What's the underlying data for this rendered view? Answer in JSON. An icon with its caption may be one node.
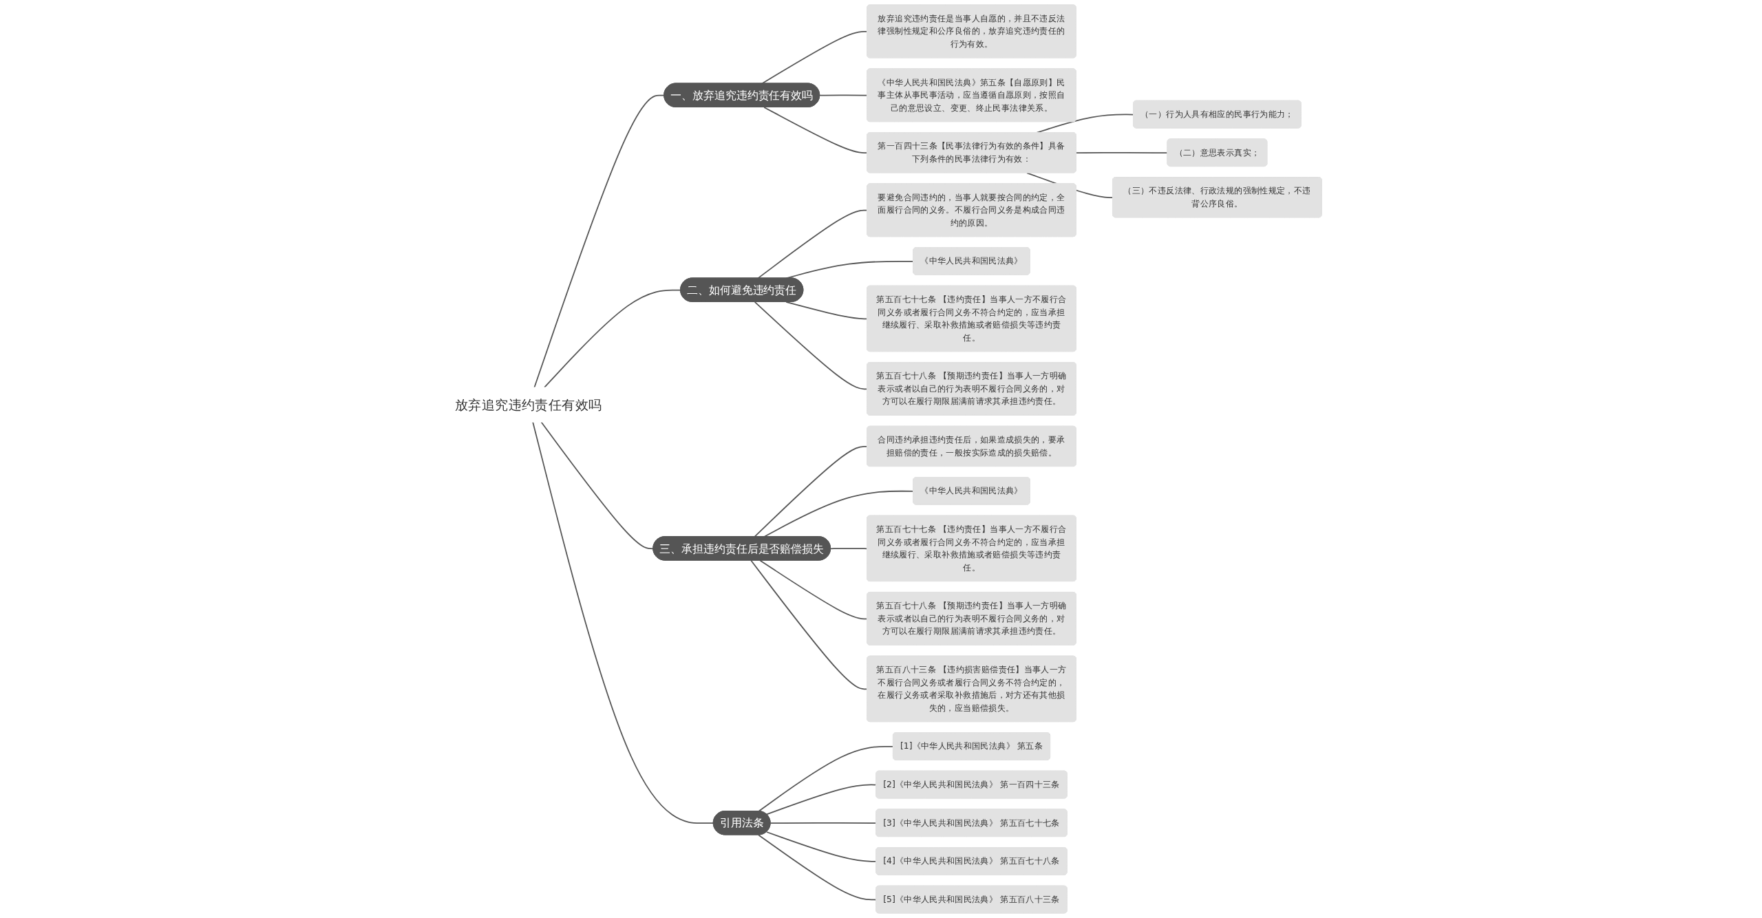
{
  "diagram": {
    "nodes": [
      {
        "text": [
          "放弃追究违约责任有效吗"
        ]
      },
      {
        "text": [
          "一、放弃追究违约责任有效吗"
        ]
      },
      {
        "text": [
          "放弃追究违约责任是当事人自愿的，并且不违反法律强制性规定和公序良俗的，放弃追究违约责任的行为有效。"
        ]
      },
      {
        "text": [
          "《中华人民共和国民法典》第五条【自愿原则】民事主体从事民事活动，应当遵循自愿原则，按照自己的意思设立、变更、终止民事法律关系。"
        ]
      },
      {
        "text": [
          "第一百四十三条【民事法律行为有效的条件】具备下列条件的民事法律行为有效："
        ]
      },
      {
        "text": [
          "（一）行为人具有相应的民事行为能力；"
        ]
      },
      {
        "text": [
          "（二）意思表示真实；"
        ]
      },
      {
        "text": [
          "（三）不违反法律、行政法规的强制性规定，不违背公序良俗。"
        ]
      },
      {
        "text": [
          "二、如何避免违约责任"
        ]
      },
      {
        "text": [
          "要避免合同违约的，当事人就要按合同的约定，全面履行合同的义务。不履行合同义务是构成合同违约的原因。"
        ]
      },
      {
        "text": [
          "《中华人民共和国民法典》"
        ]
      },
      {
        "text": [
          "第五百七十七条 【违约责任】当事人一方不履行合同义务或者履行合同义务不符合约定的，应当承担继续履行、采取补救措施或者赔偿损失等违约责任。"
        ]
      },
      {
        "text": [
          "第五百七十八条 【预期违约责任】当事人一方明确表示或者以自己的行为表明不履行合同义务的，对方可以在履行期限届满前请求其承担违约责任。"
        ]
      },
      {
        "text": [
          "三、承担违约责任后是否赔偿损失"
        ]
      },
      {
        "text": [
          "合同违约承担违约责任后，如果造成损失的，要承担赔偿的责任，一般按实际造成的损失赔偿。"
        ]
      },
      {
        "text": [
          "《中华人民共和国民法典》"
        ]
      },
      {
        "text": [
          "第五百七十七条 【违约责任】当事人一方不履行合同义务或者履行合同义务不符合约定的，应当承担继续履行、采取补救措施或者赔偿损失等违约责任。"
        ]
      },
      {
        "text": [
          "第五百七十八条 【预期违约责任】当事人一方明确表示或者以自己的行为表明不履行合同义务的，对方可以在履行期限届满前请求其承担违约责任。"
        ]
      },
      {
        "text": [
          "第五百八十三条 【违约损害赔偿责任】当事人一方不履行合同义务或者履行合同义务不符合约定的，在履行义务或者采取补救措施后，对方还有其他损失的，应当赔偿损失。"
        ]
      },
      {
        "text": [
          "引用法条"
        ]
      },
      {
        "text": [
          "[1]《中华人民共和国民法典》 第五条"
        ]
      },
      {
        "text": [
          "[2]《中华人民共和国民法典》 第一百四十三条"
        ]
      },
      {
        "text": [
          "[3]《中华人民共和国民法典》 第五百七十七条"
        ]
      },
      {
        "text": [
          "[4]《中华人民共和国民法典》 第五百七十八条"
        ]
      },
      {
        "text": [
          "[5]《中华人民共和国民法典》 第五百八十三条"
        ]
      }
    ],
    "edges": [
      {
        "from": 0,
        "to": 1,
        "arrow": "none"
      },
      {
        "from": 1,
        "to": 2,
        "arrow": "none"
      },
      {
        "from": 1,
        "to": 3,
        "arrow": "none"
      },
      {
        "from": 1,
        "to": 4,
        "arrow": "none"
      },
      {
        "from": 4,
        "to": 5,
        "arrow": "none"
      },
      {
        "from": 4,
        "to": 6,
        "arrow": "none"
      },
      {
        "from": 4,
        "to": 7,
        "arrow": "none"
      },
      {
        "from": 0,
        "to": 8,
        "arrow": "none"
      },
      {
        "from": 8,
        "to": 9,
        "arrow": "none"
      },
      {
        "from": 8,
        "to": 10,
        "arrow": "none"
      },
      {
        "from": 8,
        "to": 11,
        "arrow": "none"
      },
      {
        "from": 8,
        "to": 12,
        "arrow": "none"
      },
      {
        "from": 0,
        "to": 13,
        "arrow": "none"
      },
      {
        "from": 13,
        "to": 14,
        "arrow": "none"
      },
      {
        "from": 13,
        "to": 15,
        "arrow": "none"
      },
      {
        "from": 13,
        "to": 16,
        "arrow": "none"
      },
      {
        "from": 13,
        "to": 17,
        "arrow": "none"
      },
      {
        "from": 13,
        "to": 18,
        "arrow": "none"
      },
      {
        "from": 0,
        "to": 19,
        "arrow": "none"
      },
      {
        "from": 19,
        "to": 20,
        "arrow": "none"
      },
      {
        "from": 19,
        "to": 21,
        "arrow": "none"
      },
      {
        "from": 19,
        "to": 22,
        "arrow": "none"
      },
      {
        "from": 19,
        "to": 23,
        "arrow": "none"
      },
      {
        "from": 19,
        "to": 24,
        "arrow": "none"
      }
    ]
  }
}
